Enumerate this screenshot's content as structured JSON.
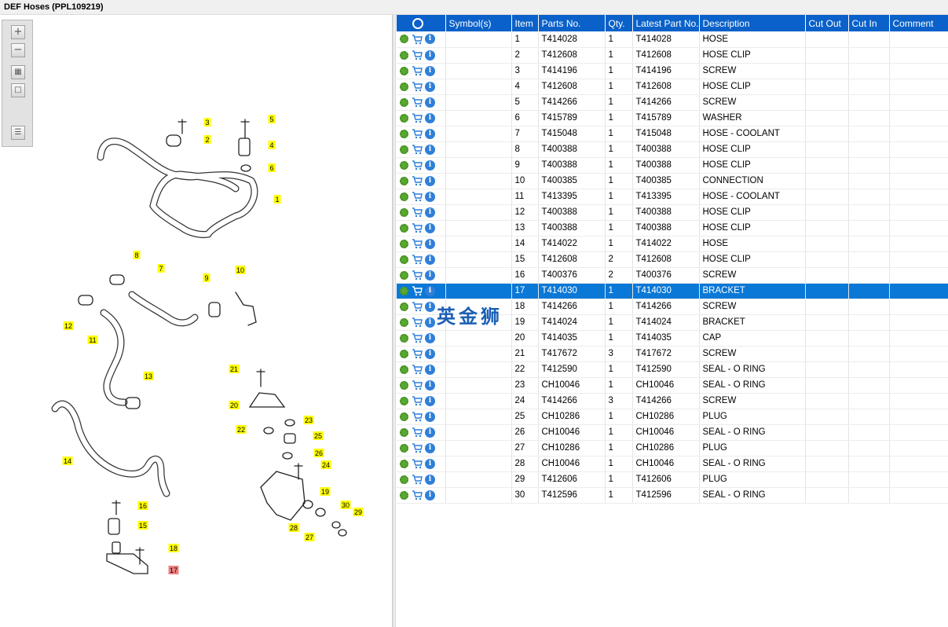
{
  "window": {
    "title": "DEF Hoses (PPL109219)"
  },
  "toolbar": {
    "zoom_in_icon": "plus-icon",
    "zoom_out_icon": "minus-icon",
    "fit_icon": "grid-icon",
    "actual_size_icon": "square-icon",
    "export_icon": "list-arrow-icon"
  },
  "grid": {
    "headers": {
      "icons": "",
      "symbol": "Symbol(s)",
      "item": "Item",
      "part": "Parts No.",
      "qty": "Qty.",
      "latest": "Latest Part No.",
      "desc": "Description",
      "cutout": "Cut Out",
      "cutin": "Cut In",
      "comment": "Comment"
    },
    "selected_item": "17",
    "rows": [
      {
        "item": "1",
        "part": "T414028",
        "qty": "1",
        "latest": "T414028",
        "desc": "HOSE"
      },
      {
        "item": "2",
        "part": "T412608",
        "qty": "1",
        "latest": "T412608",
        "desc": "HOSE CLIP"
      },
      {
        "item": "3",
        "part": "T414196",
        "qty": "1",
        "latest": "T414196",
        "desc": "SCREW"
      },
      {
        "item": "4",
        "part": "T412608",
        "qty": "1",
        "latest": "T412608",
        "desc": "HOSE CLIP"
      },
      {
        "item": "5",
        "part": "T414266",
        "qty": "1",
        "latest": "T414266",
        "desc": "SCREW"
      },
      {
        "item": "6",
        "part": "T415789",
        "qty": "1",
        "latest": "T415789",
        "desc": "WASHER"
      },
      {
        "item": "7",
        "part": "T415048",
        "qty": "1",
        "latest": "T415048",
        "desc": "HOSE - COOLANT"
      },
      {
        "item": "8",
        "part": "T400388",
        "qty": "1",
        "latest": "T400388",
        "desc": "HOSE CLIP"
      },
      {
        "item": "9",
        "part": "T400388",
        "qty": "1",
        "latest": "T400388",
        "desc": "HOSE CLIP"
      },
      {
        "item": "10",
        "part": "T400385",
        "qty": "1",
        "latest": "T400385",
        "desc": "CONNECTION"
      },
      {
        "item": "11",
        "part": "T413395",
        "qty": "1",
        "latest": "T413395",
        "desc": "HOSE - COOLANT"
      },
      {
        "item": "12",
        "part": "T400388",
        "qty": "1",
        "latest": "T400388",
        "desc": "HOSE CLIP"
      },
      {
        "item": "13",
        "part": "T400388",
        "qty": "1",
        "latest": "T400388",
        "desc": "HOSE CLIP"
      },
      {
        "item": "14",
        "part": "T414022",
        "qty": "1",
        "latest": "T414022",
        "desc": "HOSE"
      },
      {
        "item": "15",
        "part": "T412608",
        "qty": "2",
        "latest": "T412608",
        "desc": "HOSE CLIP"
      },
      {
        "item": "16",
        "part": "T400376",
        "qty": "2",
        "latest": "T400376",
        "desc": "SCREW"
      },
      {
        "item": "17",
        "part": "T414030",
        "qty": "1",
        "latest": "T414030",
        "desc": "BRACKET"
      },
      {
        "item": "18",
        "part": "T414266",
        "qty": "1",
        "latest": "T414266",
        "desc": "SCREW"
      },
      {
        "item": "19",
        "part": "T414024",
        "qty": "1",
        "latest": "T414024",
        "desc": "BRACKET"
      },
      {
        "item": "20",
        "part": "T414035",
        "qty": "1",
        "latest": "T414035",
        "desc": "CAP"
      },
      {
        "item": "21",
        "part": "T417672",
        "qty": "3",
        "latest": "T417672",
        "desc": "SCREW"
      },
      {
        "item": "22",
        "part": "T412590",
        "qty": "1",
        "latest": "T412590",
        "desc": "SEAL - O RING"
      },
      {
        "item": "23",
        "part": "CH10046",
        "qty": "1",
        "latest": "CH10046",
        "desc": "SEAL - O RING"
      },
      {
        "item": "24",
        "part": "T414266",
        "qty": "3",
        "latest": "T414266",
        "desc": "SCREW"
      },
      {
        "item": "25",
        "part": "CH10286",
        "qty": "1",
        "latest": "CH10286",
        "desc": "PLUG"
      },
      {
        "item": "26",
        "part": "CH10046",
        "qty": "1",
        "latest": "CH10046",
        "desc": "SEAL - O RING"
      },
      {
        "item": "27",
        "part": "CH10286",
        "qty": "1",
        "latest": "CH10286",
        "desc": "PLUG"
      },
      {
        "item": "28",
        "part": "CH10046",
        "qty": "1",
        "latest": "CH10046",
        "desc": "SEAL - O RING"
      },
      {
        "item": "29",
        "part": "T412606",
        "qty": "1",
        "latest": "T412606",
        "desc": "PLUG"
      },
      {
        "item": "30",
        "part": "T412596",
        "qty": "1",
        "latest": "T412596",
        "desc": "SEAL - O RING"
      }
    ]
  },
  "watermark": "英金狮",
  "diagram": {
    "callouts": [
      "1",
      "2",
      "3",
      "4",
      "5",
      "6",
      "7",
      "8",
      "9",
      "10",
      "11",
      "12",
      "13",
      "14",
      "15",
      "16",
      "17",
      "18",
      "19",
      "20",
      "21",
      "22",
      "23",
      "24",
      "25",
      "26",
      "27",
      "28",
      "29",
      "30"
    ],
    "highlight_callout": "17",
    "callout_color": "#ffff00",
    "highlight_color": "#f08080"
  },
  "colors": {
    "header_bg": "#0a61c9",
    "selected_bg": "#0a78d7",
    "gear": "#5aa832",
    "info": "#2f7fd8"
  }
}
